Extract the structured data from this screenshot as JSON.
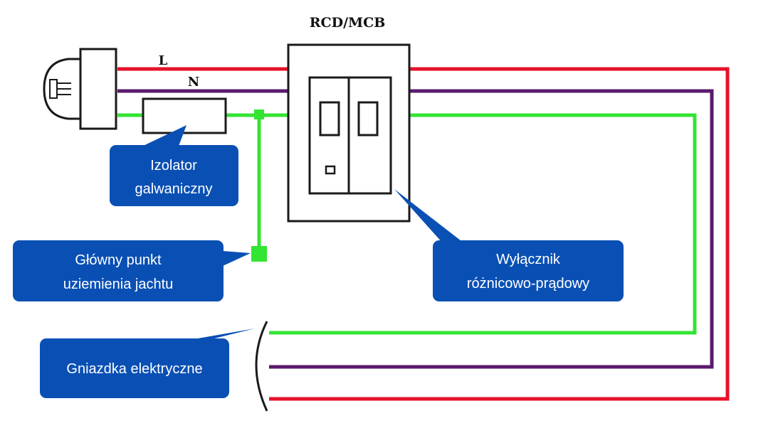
{
  "title": "RCD/MCB",
  "wire_labels": {
    "line": "L",
    "neutral": "N"
  },
  "callouts": {
    "isolator": [
      "Izolator",
      "galwaniczny"
    ],
    "ground_point": [
      "Główny punkt",
      "uziemienia jachtu"
    ],
    "rcd": [
      "Wyłącznik",
      "różnicowo-prądowy"
    ],
    "sockets": [
      "Gniazdka elektryczne"
    ]
  },
  "colors": {
    "background": "#ffffff",
    "line_wire": "#e8102a",
    "neutral_wire": "#5a1a6e",
    "earth_wire": "#33e433",
    "callout_fill": "#0a50b4",
    "outline": "#1a1a1a"
  },
  "icons": [
    "shore-power-plug-icon"
  ]
}
